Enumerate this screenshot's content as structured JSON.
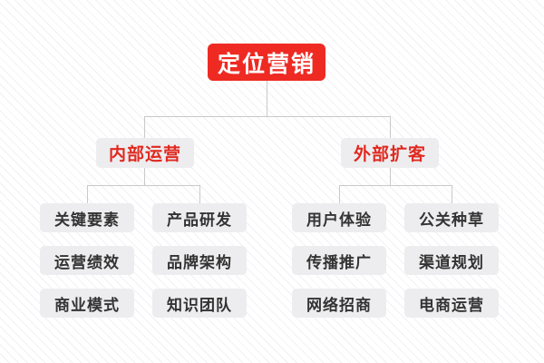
{
  "diagram": {
    "type": "org-tree",
    "orientation": "top-down",
    "colors": {
      "root_background": "#ee2a23",
      "root_text": "#ffffff",
      "branch_background": "#ededef",
      "branch_text": "#e02920",
      "leaf_background": "#ededef",
      "leaf_text": "#333333",
      "connector": "#c9c9c9",
      "page_background": "#ffffff",
      "stripe": "#f1f1f4"
    },
    "root": {
      "label": "定位营销"
    },
    "branches": [
      {
        "label": "内部运营",
        "leaves": [
          "关键要素",
          "产品研发",
          "运营绩效",
          "品牌架构",
          "商业模式",
          "知识团队"
        ]
      },
      {
        "label": "外部扩客",
        "leaves": [
          "用户体验",
          "公关种草",
          "传播推广",
          "渠道规划",
          "网络招商",
          "电商运营"
        ]
      }
    ]
  }
}
